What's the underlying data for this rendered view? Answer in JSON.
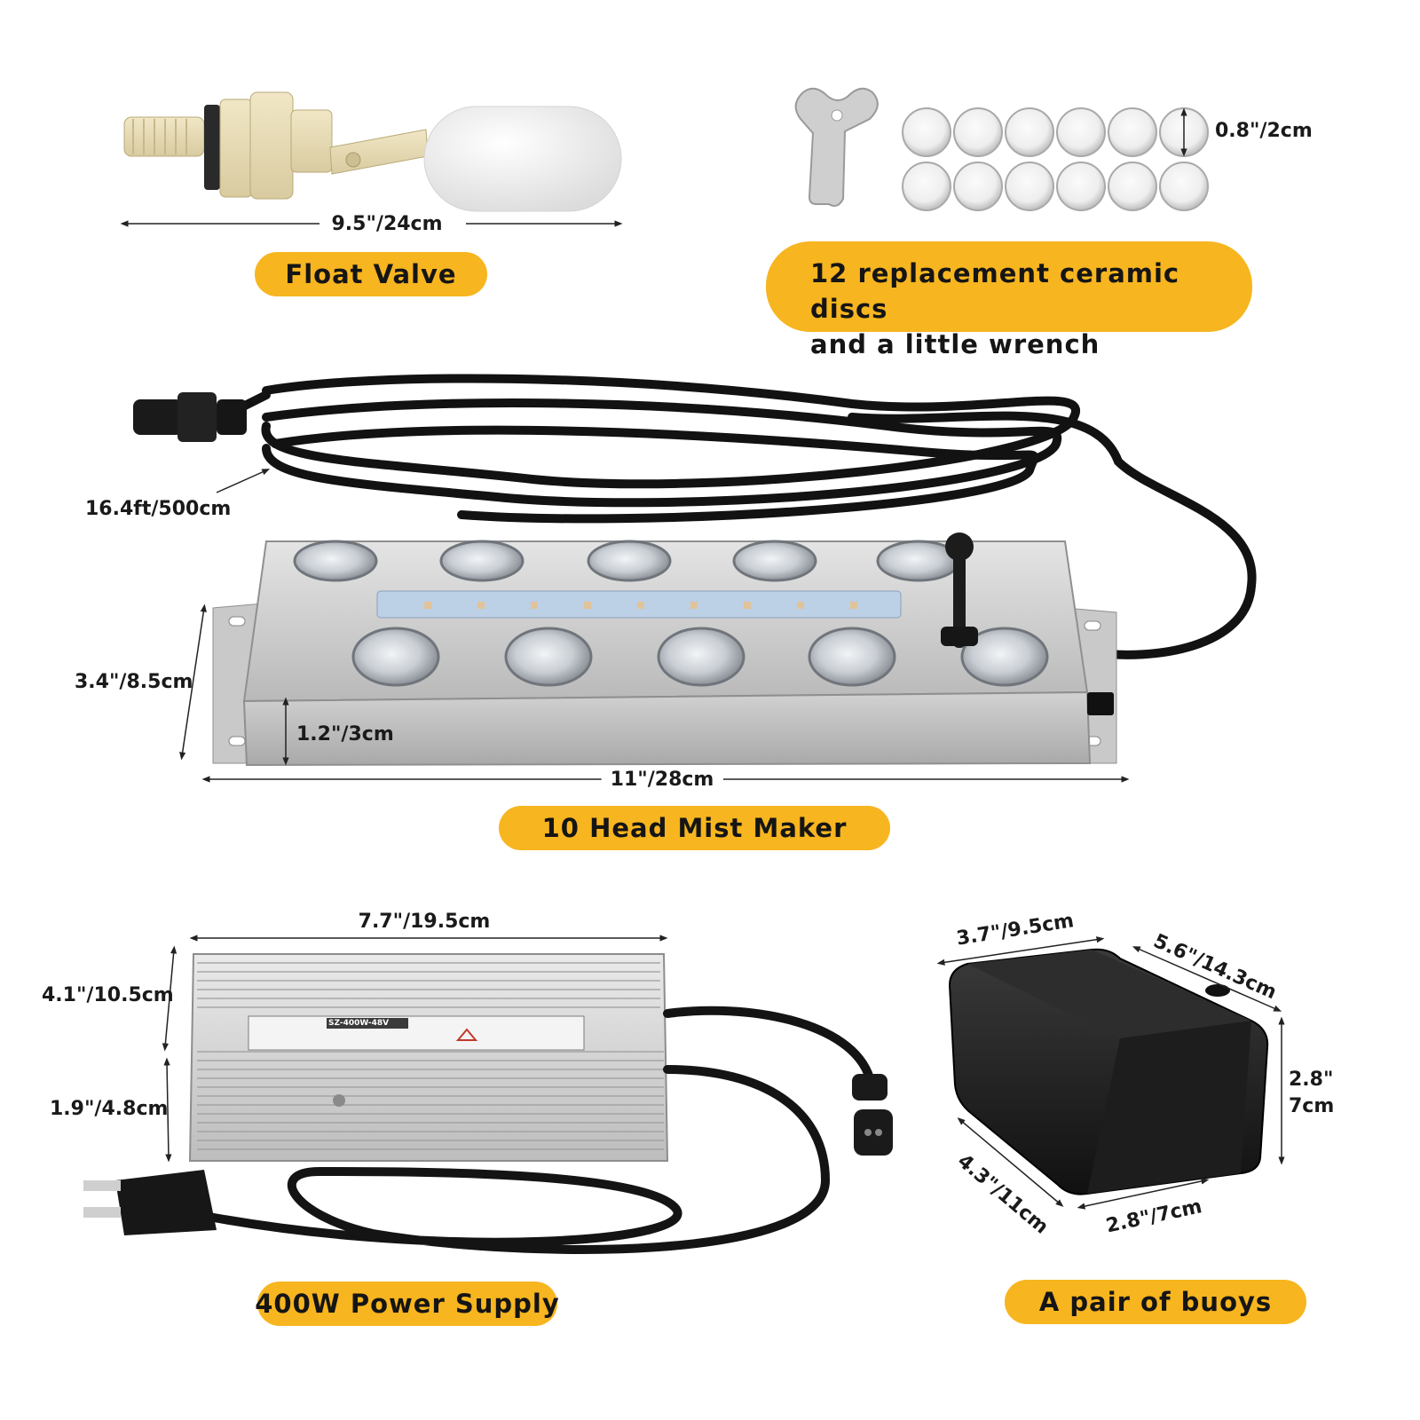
{
  "colors": {
    "label_bg": "#f7b51f",
    "stainless": "#c9c9c9",
    "cable": "#101010",
    "float_ball": "#f4f4f4",
    "valve_body": "#e8dcb6"
  },
  "sections": {
    "float_valve": {
      "label": "Float Valve",
      "dim_width": "9.5\"/24cm"
    },
    "discs": {
      "label_line1": "12 replacement ceramic discs",
      "label_line2": "and a little wrench",
      "dim_diameter": "0.8\"/2cm",
      "disc_count": 12
    },
    "mist_maker": {
      "label": "10 Head Mist Maker",
      "dim_cable": "16.4ft/500cm",
      "dim_height": "3.4\"/8.5cm",
      "dim_depth": "1.2\"/3cm",
      "dim_length": "11\"/28cm",
      "head_count": 10
    },
    "power_supply": {
      "label": "400W Power Supply",
      "dim_length": "7.7\"/19.5cm",
      "dim_width": "4.1\"/10.5cm",
      "dim_height": "1.9\"/4.8cm",
      "plate_text": "SZ-400W-48V"
    },
    "buoys": {
      "label": "A pair of buoys",
      "dim_top": "3.7\"/9.5cm",
      "dim_side": "5.6\"/14.3cm",
      "dim_height_line1": "2.8\"",
      "dim_height_line2": "7cm",
      "dim_bottom_left": "4.3\"/11cm",
      "dim_bottom_right": "2.8\"/7cm"
    }
  }
}
